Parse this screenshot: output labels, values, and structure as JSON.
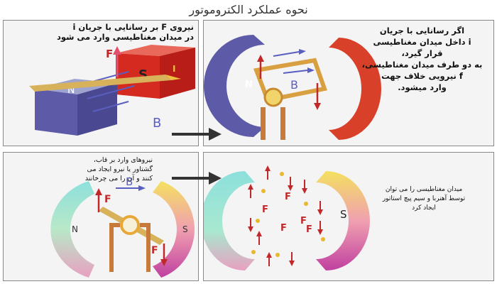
{
  "title": "نحوه عملکرد الکتروموتور",
  "panel1": {
    "text": "نیروی F بر رسانایی با جریان i\nدر میدان مغناطیسی وارد می شود",
    "labels": {
      "S": "S",
      "N": "N",
      "F": "F",
      "I": "I",
      "B": "B"
    }
  },
  "panel2": {
    "text": "اگر رسانایی با جریان\ni داخل میدان مغناطیسی\nقرار گیرد،\nبه دو طرف میدان مغناطیسی،\nf نیرویی خلاف جهت\nوارد میشود.",
    "labels": {
      "N": "N",
      "B": "B"
    }
  },
  "panel3": {
    "text": "نیروهای وارد بر قاب،\nگشتاور یا نیرو ایجاد می\nکنند و آن را می چرخانند",
    "labels": {
      "F_top": "F",
      "F_bottom": "F",
      "B": "B",
      "N": "N",
      "S": "S"
    }
  },
  "panel4": {
    "text": "میدان مغناطیسی را می توان\nتوسط آهنربا و سیم پیچ استاتور\nایجاد کرد",
    "labels": {
      "F": "F",
      "S": "S"
    }
  },
  "colors": {
    "south_red": "#d42a20",
    "north_blue": "#5d5aa8",
    "arrow_blue": "#5a5ec0",
    "force_red": "#c0282a",
    "copper": "#c87a3a",
    "dark_arrow": "#333333"
  }
}
